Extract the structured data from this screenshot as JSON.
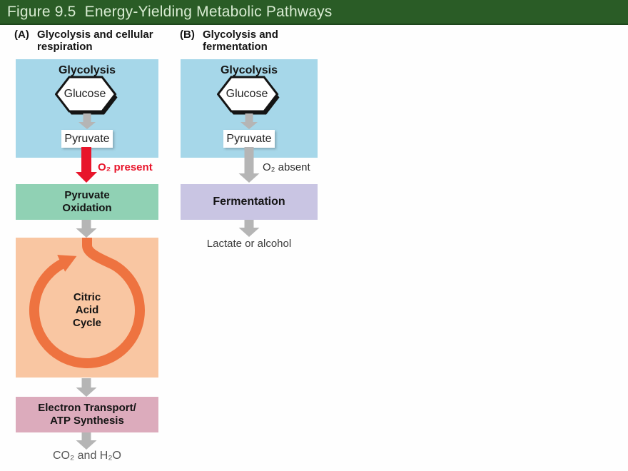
{
  "header": {
    "title": "Figure 9.5  Energy-Yielding Metabolic Pathways"
  },
  "colors": {
    "title_bar_bg": "#2a5c26",
    "title_text": "#d8ebd2",
    "glycolysis_box": "#a6d7e9",
    "pyruvate_oxidation_box": "#90d1b4",
    "citric_box": "#f9c6a2",
    "citric_ring": "#ee7340",
    "electron_transport_box": "#dcabbc",
    "fermentation_box": "#c9c5e3",
    "o2_present_red": "#e8152b",
    "arrow_gray": "#b5b5b5"
  },
  "panel_a": {
    "label": "(A)",
    "heading_lines": [
      "Glycolysis and cellular",
      "respiration"
    ],
    "glycolysis_title": "Glycolysis",
    "substrate": "Glucose",
    "intermediate": "Pyruvate",
    "condition_label": "O₂ present",
    "pyruvate_oxidation_lines": [
      "Pyruvate",
      "Oxidation"
    ],
    "citric_lines": [
      "Citric",
      "Acid",
      "Cycle"
    ],
    "electron_lines": [
      "Electron Transport/",
      "ATP Synthesis"
    ],
    "products": "CO₂ and H₂O"
  },
  "panel_b": {
    "label": "(B)",
    "heading_lines": [
      "Glycolysis and",
      "fermentation"
    ],
    "glycolysis_title": "Glycolysis",
    "substrate": "Glucose",
    "intermediate": "Pyruvate",
    "condition_label": "O₂ absent",
    "fermentation_label": "Fermentation",
    "products": "Lactate or alcohol"
  }
}
